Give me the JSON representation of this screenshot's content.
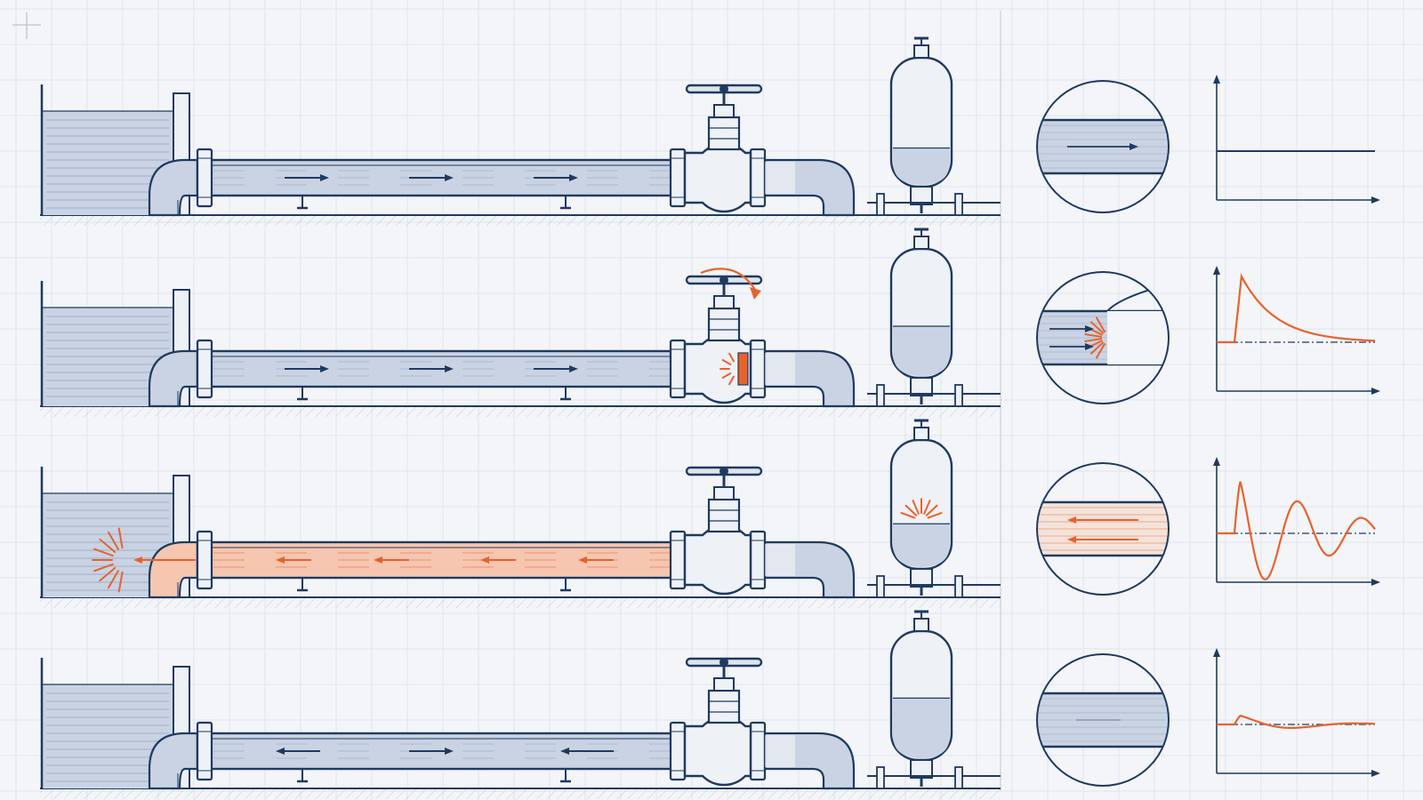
{
  "diagram": {
    "colors": {
      "background": "#f3f5f8",
      "grid": "#dfe5ee",
      "ink": "#1f3a5f",
      "water": "#c9d3e3",
      "water_lines": "#8fa2bf",
      "surge": "#e8622c",
      "surge_fill": "#f6c6b0"
    },
    "stages": [
      {
        "state": "steady-flow",
        "flow": "downstream",
        "valve": "open",
        "vessel_level": 0.3,
        "wave": "none",
        "pressure": {
          "peak": 0.0,
          "decay": 0.0,
          "cycles": 0
        }
      },
      {
        "state": "valve-closing",
        "flow": "downstream",
        "valve": "closing",
        "vessel_level": 0.4,
        "wave": "at-valve",
        "pressure": {
          "peak": 0.78,
          "decay": 4.0,
          "cycles": 0
        }
      },
      {
        "state": "reflected-wave",
        "flow": "upstream",
        "valve": "closed",
        "vessel_level": 0.35,
        "wave": "at-reservoir",
        "pressure": {
          "peak": 0.78,
          "decay": 1.6,
          "cycles": 2
        }
      },
      {
        "state": "settled",
        "flow": "mixed",
        "valve": "closed",
        "vessel_level": 0.48,
        "wave": "none",
        "pressure": {
          "peak": 0.12,
          "decay": 2.5,
          "cycles": 1
        }
      }
    ]
  }
}
